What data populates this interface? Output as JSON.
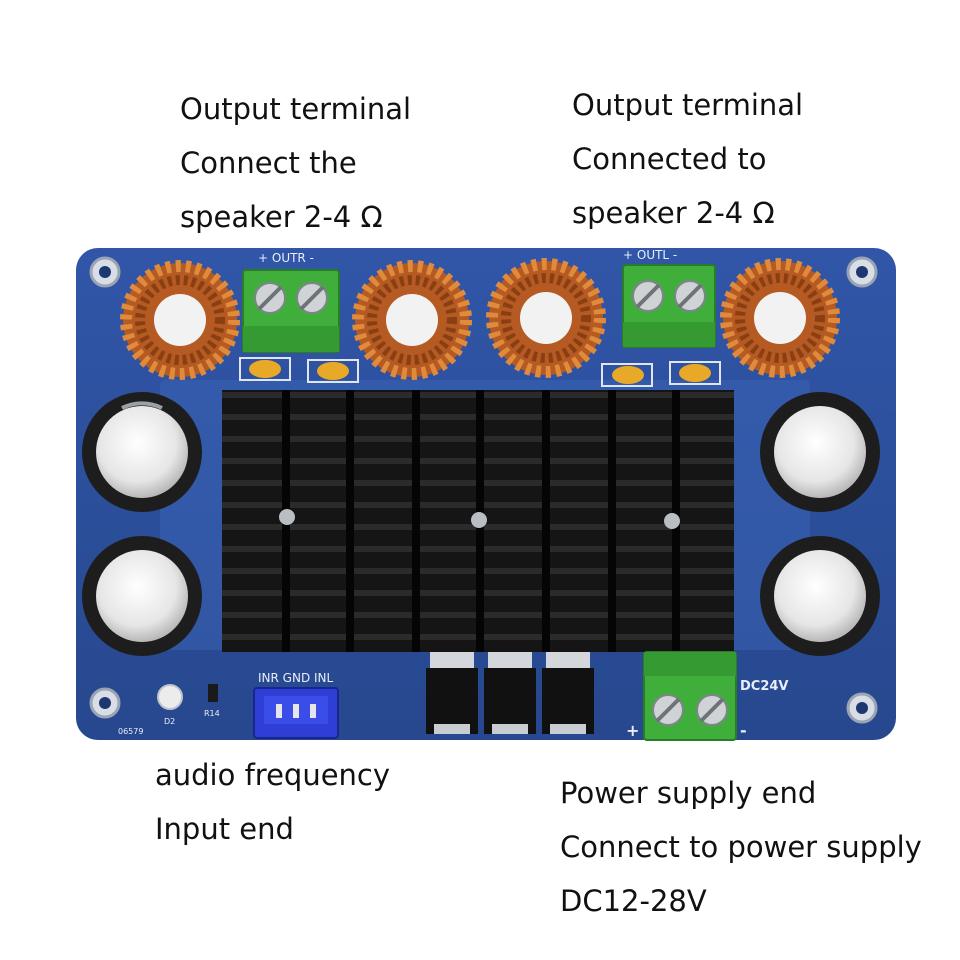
{
  "callouts": {
    "out_left": [
      "Output terminal",
      "Connect the",
      " speaker  2-4 Ω"
    ],
    "out_right": [
      "Output terminal",
      "Connected to",
      " speaker 2-4 Ω"
    ],
    "audio_in": [
      "audio frequency",
      "Input end"
    ],
    "power": [
      "Power supply end",
      "Connect to power supply",
      "DC12-28V"
    ]
  },
  "board": {
    "outr_label": "+  OUTR  -",
    "outl_label": "+  OUTL  -",
    "input_pins": "INR GND INL",
    "dc_label": "DC24V",
    "plus": "+",
    "minus": "-",
    "d2": "D2",
    "r14": "R14",
    "code": "06579"
  },
  "colors": {
    "pcb": "#2e4f9a",
    "heatsink": "#121212",
    "terminal": "#3fae3a",
    "coil_copper": "#c0662b"
  }
}
